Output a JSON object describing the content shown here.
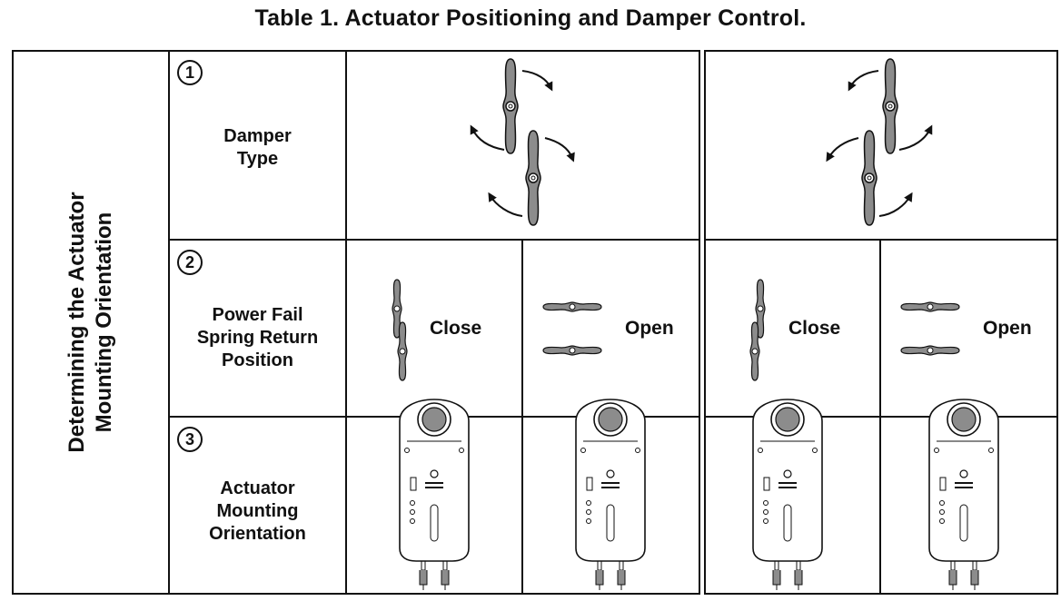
{
  "title": "Table 1.  Actuator Positioning and Damper Control.",
  "side_label": {
    "line1": "Determining the Actuator",
    "line2": "Mounting Orientation"
  },
  "rows": [
    {
      "number": "1",
      "label_line1": "Damper",
      "label_line2": "Type",
      "label_line3": ""
    },
    {
      "number": "2",
      "label_line1": "Power Fail",
      "label_line2": "Spring Return",
      "label_line3": "Position"
    },
    {
      "number": "3",
      "label_line1": "Actuator",
      "label_line2": "Mounting",
      "label_line3": "Orientation"
    }
  ],
  "positions": {
    "left_close": "Close",
    "left_open": "Open",
    "right_close": "Close",
    "right_open": "Open"
  },
  "colors": {
    "border": "#111111",
    "blade": "#8c8c8c",
    "actuator_fill": "#ffffff"
  }
}
